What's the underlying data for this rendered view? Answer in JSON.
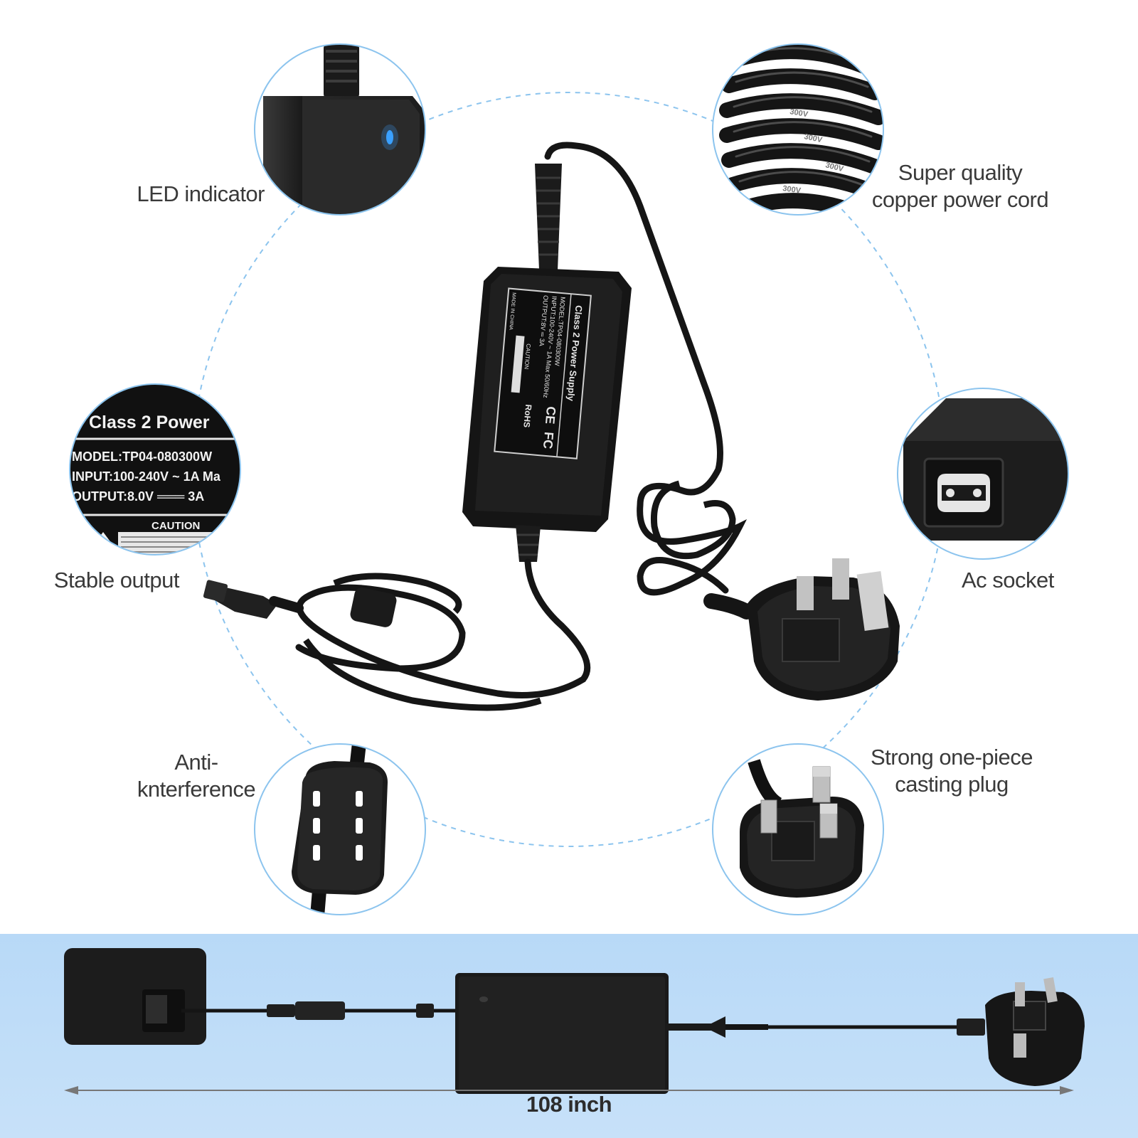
{
  "features": {
    "led_indicator": "LED indicator",
    "copper_cord": [
      "Super quality",
      "copper power cord"
    ],
    "stable_output": "Stable output",
    "ac_socket": "Ac socket",
    "anti_interference": [
      "Anti-",
      "knterference"
    ],
    "casting_plug": [
      "Strong one-piece",
      "casting plug"
    ]
  },
  "label_closeup": {
    "title": "Class 2 Power",
    "model": "MODEL:TP04-080300W",
    "input": "INPUT:100-240V ~ 1A Ma",
    "output": "OUTPUT:8.0V ═══ 3A",
    "caution": "CAUTION"
  },
  "adapter_label": {
    "title": "Class 2 Power Supply",
    "model": "MODEL:TP04-080300W",
    "input": "INPUT:100-240V ~ 1A Max 50/60Hz",
    "output": "OUTPUT:8V ═ 3A",
    "origin": "MADE IN CHINA",
    "caution": "CAUTION",
    "fc": "FC",
    "rohs": "RoHS",
    "ce": "CE"
  },
  "cord_print": "300V",
  "cable_length": "108 inch",
  "colors": {
    "circle_border": "#8cc4ee",
    "dashed_ring": "#8cc4ee",
    "band": "#bcdaf7",
    "product": "#1e1e1e",
    "led": "#3aa0ff"
  }
}
